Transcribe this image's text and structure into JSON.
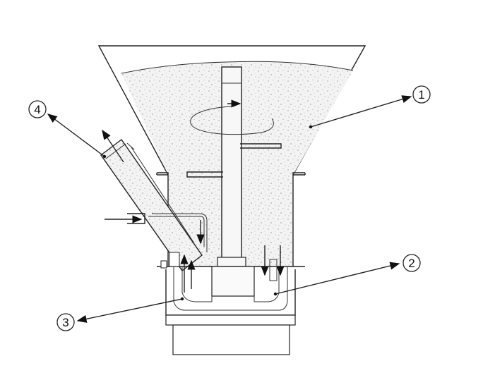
{
  "callouts": [
    {
      "id": "1",
      "text": "1"
    },
    {
      "id": "2",
      "text": "2"
    },
    {
      "id": "3",
      "text": "3"
    },
    {
      "id": "4",
      "text": "4"
    }
  ],
  "colors": {
    "line": "#222222",
    "fill_speckle": "#eeeeee",
    "background": "#ffffff"
  }
}
